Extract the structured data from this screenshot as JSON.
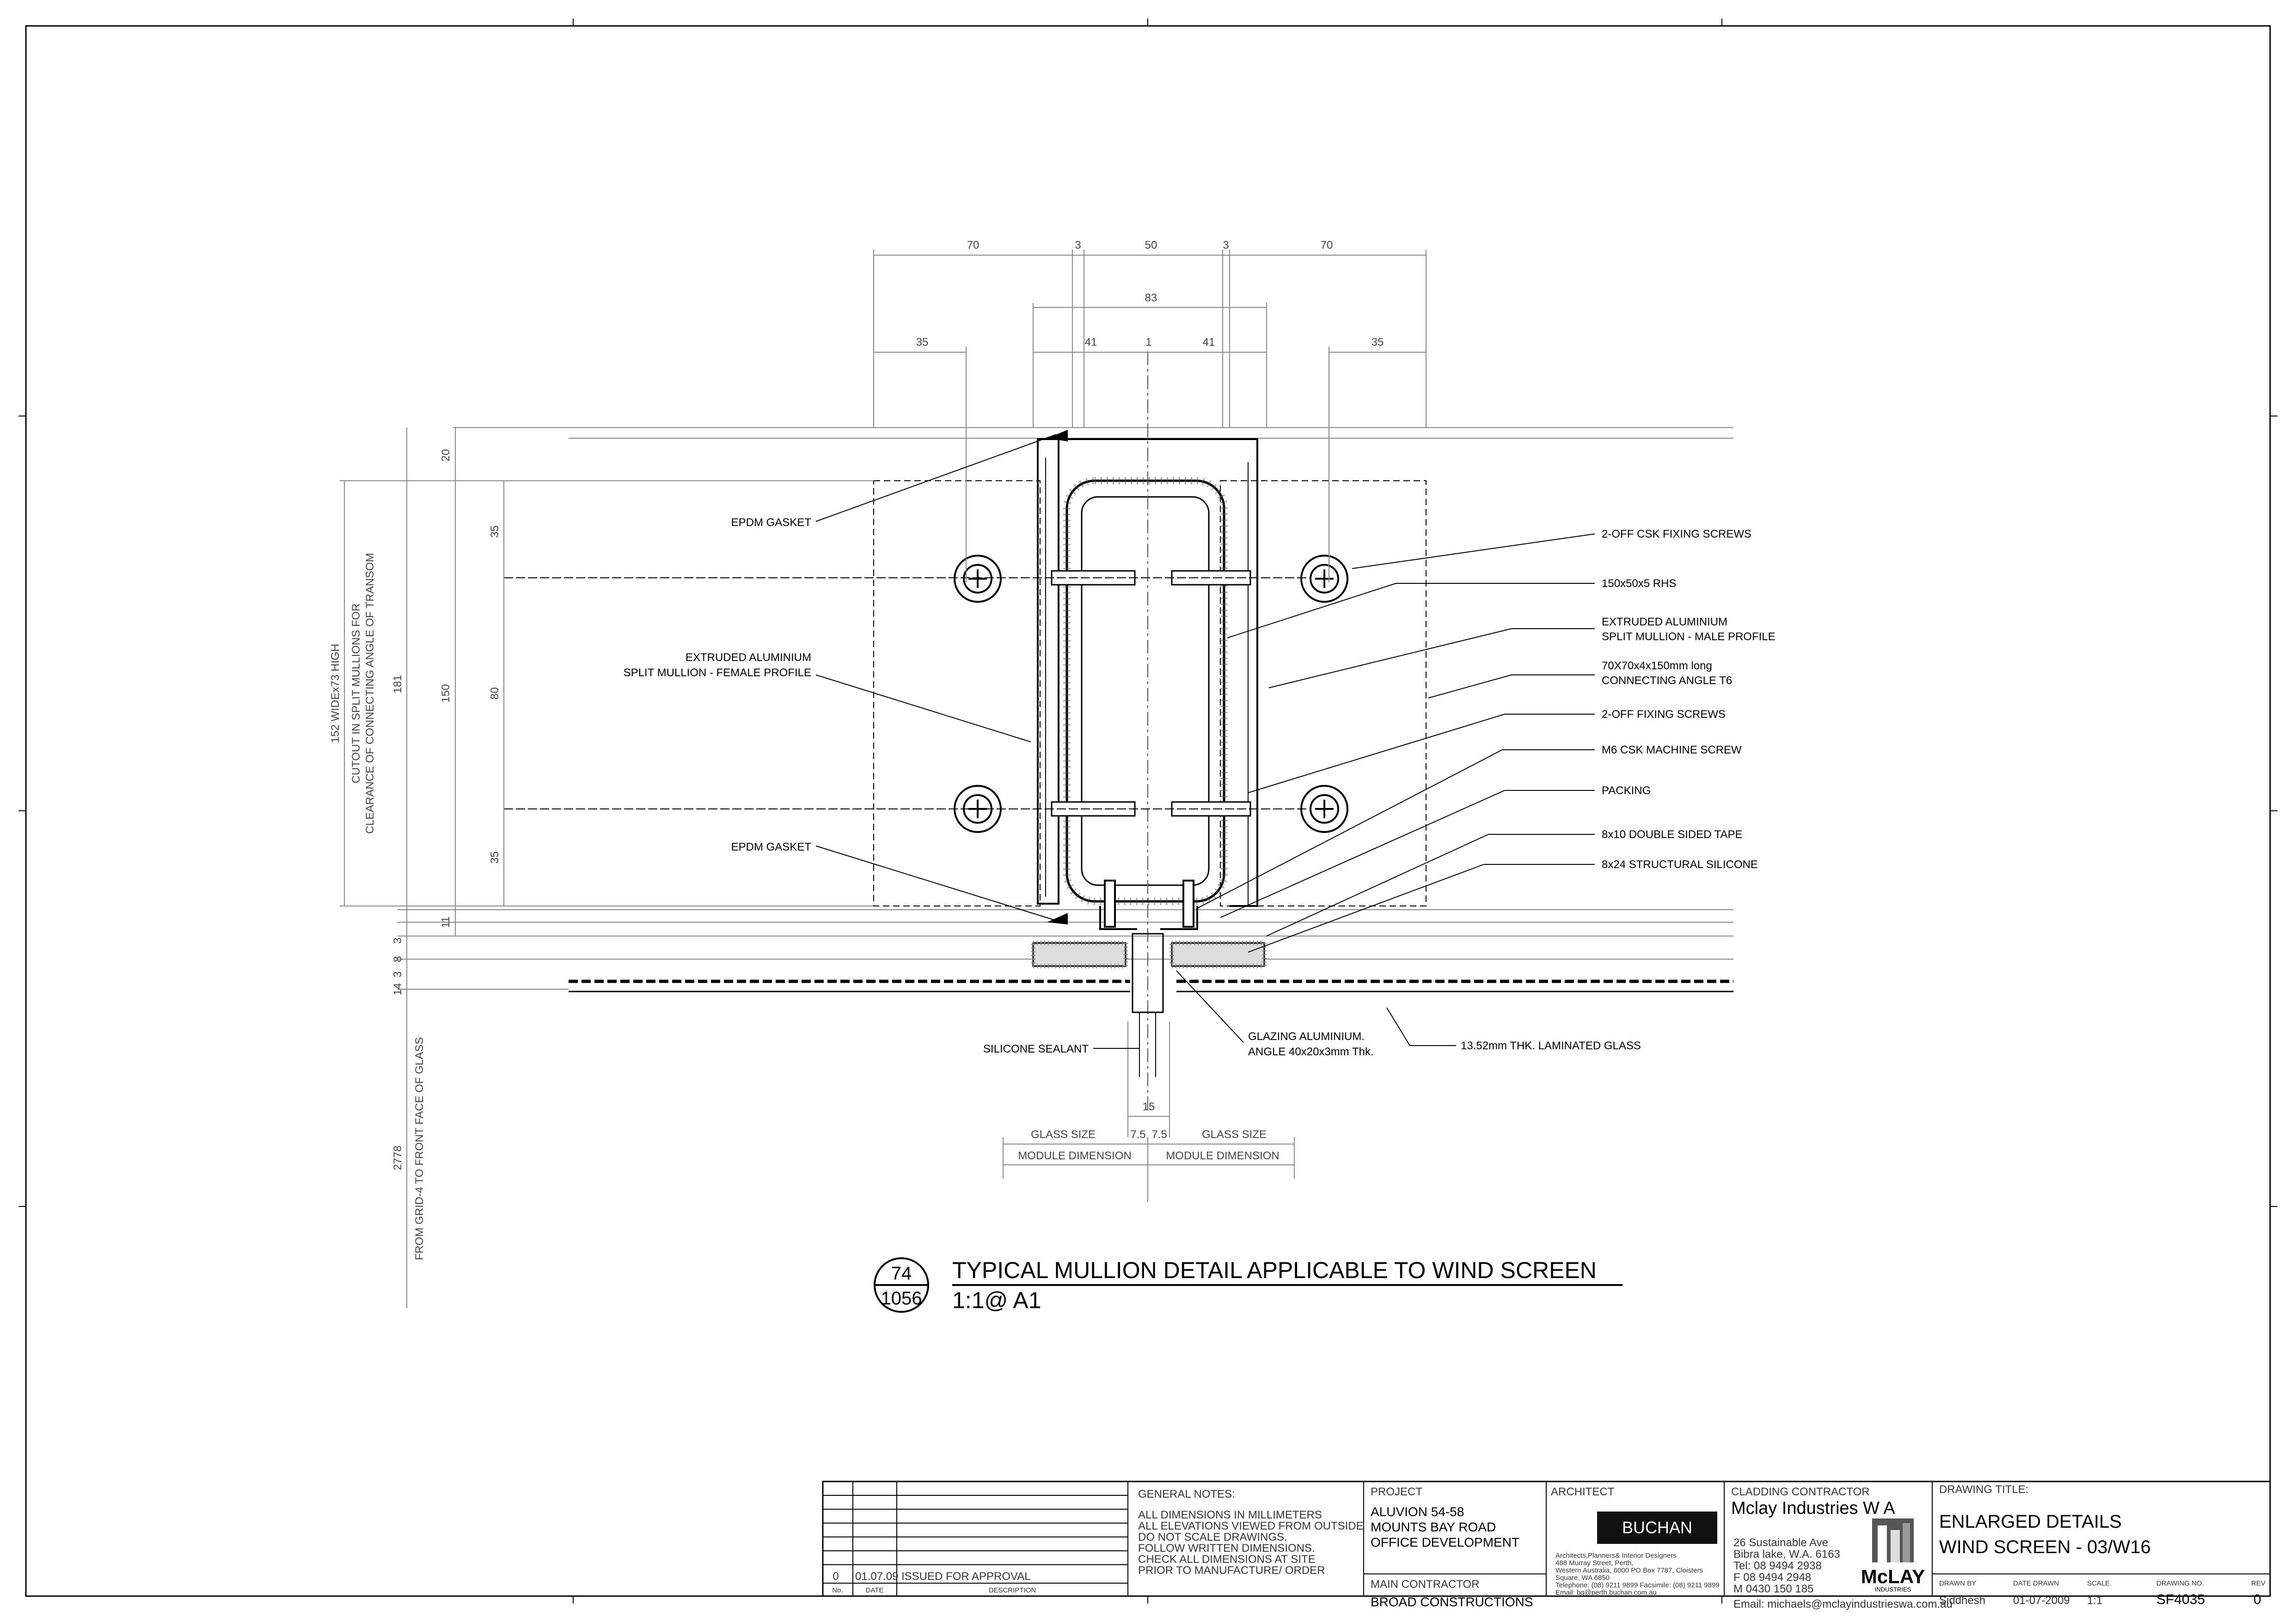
{
  "dimensions": {
    "top_70_left": "70",
    "top_3_left": "3",
    "top_50": "50",
    "top_3_right": "3",
    "top_70_right": "70",
    "top_83": "83",
    "top_35_left": "35",
    "top_41_left": "41",
    "top_1": "1",
    "top_41_right": "41",
    "top_35_right": "35",
    "left_20": "20",
    "left_35_top": "35",
    "left_80": "80",
    "left_35_bottom": "35",
    "left_11": "11",
    "left_150": "150",
    "left_181": "181",
    "left_3": "3",
    "left_8": "8",
    "left_3b": "3",
    "left_14": "14",
    "left_2778": "2778",
    "bottom_15": "15",
    "bottom_7_5": "7.5",
    "bottom_7_5b": "7.5",
    "glass_size_left": "GLASS SIZE",
    "glass_size_right": "GLASS SIZE",
    "module_left": "MODULE DIMENSION",
    "module_right": "MODULE DIMENSION"
  },
  "vertical_notes": {
    "cutout_line1": "152 WIDEx73 HIGH",
    "cutout_line2": "CUTOUT IN SPLIT MULLIONS FOR",
    "cutout_line3": "CLEARANCE OF CONNECTING ANGLE OF TRANSOM",
    "grid_note": "FROM GRID-4 TO FRONT FACE OF GLASS"
  },
  "labels_left": {
    "epdm_top": "EPDM GASKET",
    "female_line1": "EXTRUDED ALUMINIUM",
    "female_line2": "SPLIT MULLION - FEMALE PROFILE",
    "epdm_bottom": "EPDM GASKET",
    "silicone_sealant": "SILICONE SEALANT"
  },
  "labels_right": {
    "csk_fixing": "2-OFF CSK FIXING SCREWS",
    "rhs": "150x50x5 RHS",
    "male_line1": "EXTRUDED ALUMINIUM",
    "male_line2": "SPLIT MULLION - MALE PROFILE",
    "angle_line1": "70X70x4x150mm long",
    "angle_line2": "CONNECTING ANGLE T6",
    "fixing": "2-OFF FIXING SCREWS",
    "m6": "M6 CSK MACHINE SCREW",
    "packing": "PACKING",
    "tape": "8x10 DOUBLE SIDED TAPE",
    "silicone": "8x24 STRUCTURAL SILICONE",
    "glazing_line1": "GLAZING ALUMINIUM.",
    "glazing_line2": "ANGLE 40x20x3mm Thk.",
    "glass": "13.52mm THK. LAMINATED GLASS"
  },
  "detail_title": {
    "bubble_top": "74",
    "bubble_bottom": "1056",
    "title": "TYPICAL MULLION DETAIL  APPLICABLE TO WIND SCREEN",
    "scale": "1:1@ A1"
  },
  "title_block": {
    "revision_rows": [
      {
        "no": "0",
        "date": "01.07.09",
        "description": "ISSUED FOR APPROVAL"
      }
    ],
    "rev_headers": {
      "no": "No.",
      "date": "DATE",
      "description": "DESCRIPTION"
    },
    "general_notes_heading": "GENERAL NOTES:",
    "general_notes": [
      "ALL DIMENSIONS IN MILLIMETERS",
      "ALL ELEVATIONS VIEWED FROM OUTSIDE",
      "DO NOT SCALE DRAWINGS.",
      "FOLLOW WRITTEN DIMENSIONS.",
      "CHECK ALL DIMENSIONS AT SITE",
      "PRIOR TO MANUFACTURE/ ORDER"
    ],
    "project_heading": "PROJECT",
    "project_lines": [
      "ALUVION 54-58",
      "MOUNTS BAY ROAD",
      "OFFICE DEVELOPMENT"
    ],
    "main_contractor_heading": "MAIN CONTRACTOR",
    "main_contractor": "BROAD CONSTRUCTIONS",
    "architect_heading": "ARCHITECT",
    "architect_logo": "BUCHAN",
    "architect_lines": [
      "Architects,Planners& Interior Designers",
      "488 Murray Street, Perth,",
      "Western Australia, 6000 PO Box 7787, Cloisters",
      "Square, WA 6850",
      "Telephone: (08) 9211 9899 Facsimile: (08) 9211 9899",
      "Email: bg@perth.buchan.com.au"
    ],
    "cladding_heading": "CLADDING CONTRACTOR",
    "cladding_name": "Mclay  Industries  W A",
    "cladding_lines": [
      "26 Sustainable Ave",
      "Bibra lake, W.A. 6163",
      "Tel:  08 9494 2938",
      "F 08 9494 2948",
      "M 0430 150 185"
    ],
    "cladding_email": "Email: michaels@mclayindustrieswa.com.au",
    "logo_text": "McLAY",
    "logo_sub": "INDUSTRIES",
    "drawing_title_heading": "DRAWING TITLE:",
    "drawing_title_lines": [
      "ENLARGED DETAILS",
      "WIND SCREEN - 03/W16"
    ],
    "drawn_by_heading": "DRAWN  BY",
    "drawn_by": "Siddhesh",
    "date_heading": "DATE DRAWN",
    "date": "01-07-2009",
    "scale_heading": "SCALE",
    "scale": "1:1",
    "drawing_no_heading": "DRAWING NO.",
    "drawing_no": "SF4035",
    "rev_heading": "REV",
    "rev": "0"
  }
}
